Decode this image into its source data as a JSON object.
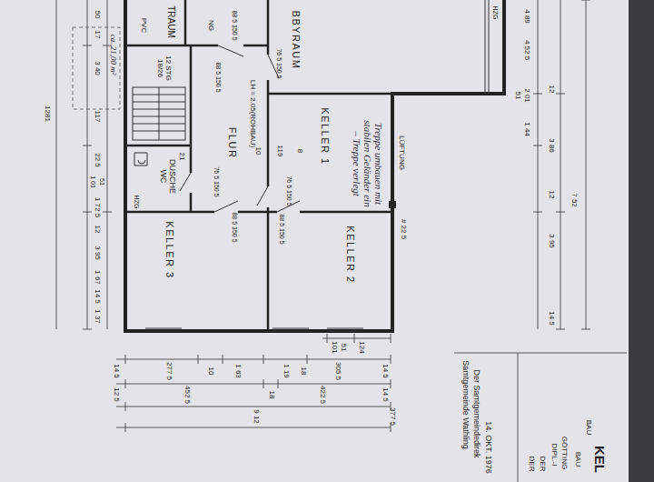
{
  "diagram": {
    "nodes": [
      {
        "text": [
          "BBYRAUM"
        ]
      },
      {
        "text": [
          "FLUR"
        ]
      },
      {
        "text": [
          "KELLER 1"
        ]
      },
      {
        "text": [
          "KELLER 2"
        ]
      },
      {
        "text": [
          "KELLER 3"
        ]
      },
      {
        "text": [
          "DUSCHE WC"
        ]
      },
      {
        "text": [
          "TRAUM",
          "PVC"
        ]
      }
    ],
    "labels": [
      "NG",
      "LH = 2.05(ROHBAU)",
      "88 5 150 5",
      "88 5 150 5",
      "76 5 150 5",
      "76 5 150 5",
      "76 5 150 5",
      "88 5 150 5",
      "88 5 150 5",
      "12 STG 18/26",
      "21",
      "HZG",
      "HZG",
      "LÜFTUNG",
      "# 22 5",
      "10",
      "119",
      "8",
      "Treppe umbauen mit stabilen Geländer ein – Treppe verlegt",
      "4 89",
      "4 52 5",
      "12",
      "2 01",
      "51",
      "1 44",
      "3 86",
      "12",
      "3 95",
      "14 5",
      "7 52",
      "14 5",
      "277 5",
      "10",
      "1 63",
      "1 19",
      "18",
      "305 5",
      "14 5",
      "12 5",
      "452 5",
      "18",
      "422 5",
      "14 5",
      "9 12",
      "377 5",
      "101",
      "51",
      "124",
      "1281",
      "50",
      "17",
      "3 40",
      "117",
      "22 5",
      "1 01",
      "51",
      "1 72 5",
      "12",
      "3 95",
      "1 67",
      "14 5",
      "1 37",
      "ca. 21,00 m²",
      "Samtgemeinde Wathling",
      "Der Samtgemeindedirek",
      "14. OKT. 1976",
      "KEL",
      "BAU",
      "BAU",
      "DIPL.-I",
      "GÖTTING",
      "DER",
      "DER"
    ]
  }
}
